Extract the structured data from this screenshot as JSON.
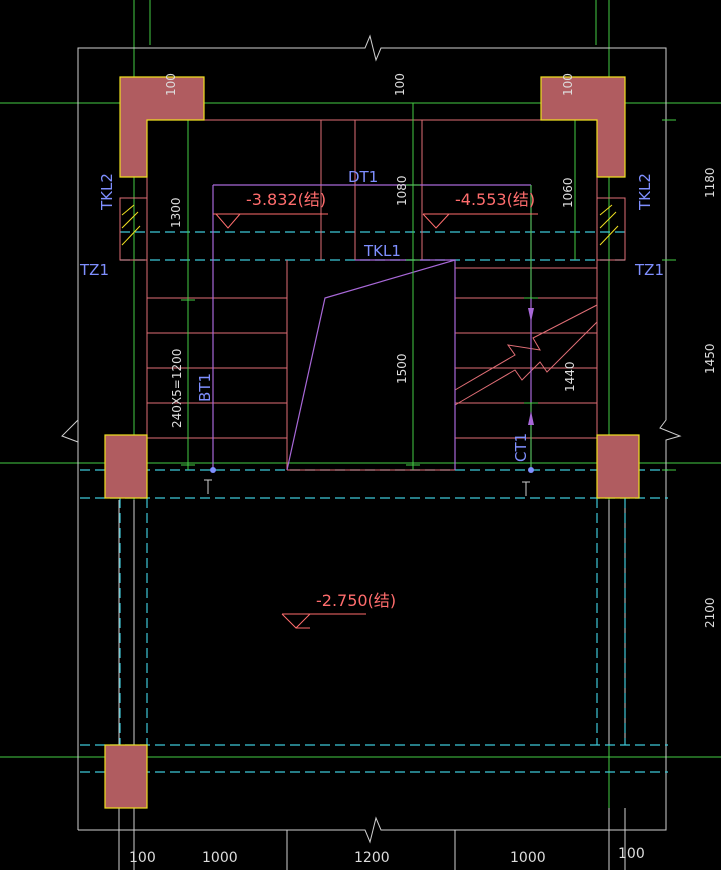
{
  "colors": {
    "background": "#000000",
    "column_fill": "#b05c60",
    "column_edge": "#f0e020",
    "stair_lines": "#e06e76",
    "purple_lines": "#a868d8",
    "dim_green": "#44cc44",
    "dash_cyan": "#3ec8d8",
    "outer_white": "#cfcfcf",
    "text_white": "#dddddd",
    "text_blue": "#7f8fff",
    "text_red": "#ff6d6d"
  },
  "labels": {
    "dt1": "DT1",
    "tkl1": "TKL1",
    "tkl2_left": "TKL2",
    "tkl2_right": "TKL2",
    "tz1_left": "TZ1",
    "tz1_right": "TZ1",
    "bt1": "BT1",
    "ct1": "CT1",
    "steps": "240X5=1200"
  },
  "elevations": {
    "left_landing": "-3.832(结)",
    "right_landing": "-4.553(结)",
    "floor": "-2.750(结)"
  },
  "dimensions": {
    "col_top_left": "100",
    "col_top_right": "100",
    "top_center": "100",
    "d1300": "1300",
    "d1080": "1080",
    "d1060": "1060",
    "d1500": "1500",
    "d1440": "1440",
    "right_1180": "1180",
    "right_1450": "1450",
    "right_2100": "2100",
    "bottom": [
      "100",
      "1000",
      "1200",
      "1000",
      "100"
    ]
  }
}
